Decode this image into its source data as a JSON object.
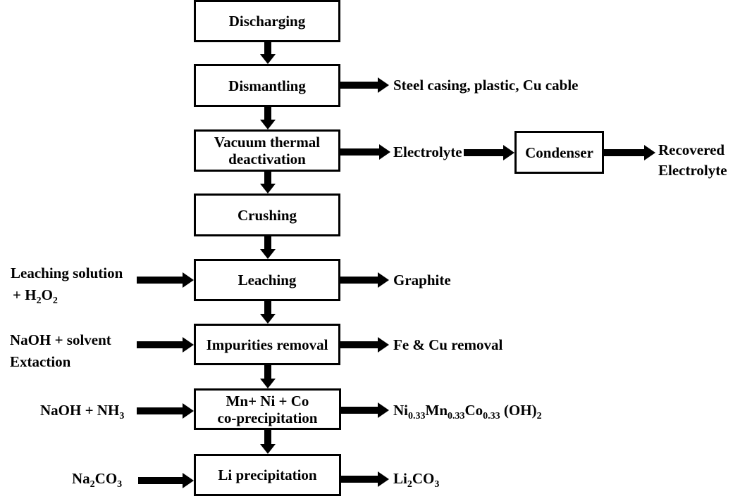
{
  "diagram": {
    "steps": [
      {
        "id": "discharging",
        "label": "Discharging"
      },
      {
        "id": "dismantling",
        "label": "Dismantling"
      },
      {
        "id": "vacuum",
        "label_line1": "Vacuum thermal",
        "label_line2": "deactivation"
      },
      {
        "id": "crushing",
        "label": "Crushing"
      },
      {
        "id": "leaching",
        "label": "Leaching"
      },
      {
        "id": "impurities",
        "label": "Impurities removal"
      },
      {
        "id": "coprecip",
        "label_line1": "Mn+ Ni + Co",
        "label_line2": "co-precipitation"
      },
      {
        "id": "liprecip",
        "label": "Li precipitation"
      }
    ],
    "condenser": {
      "label": "Condenser"
    },
    "inputs": {
      "leaching": {
        "line1": "Leaching solution",
        "line2_prefix": "+ H",
        "sub1": "2",
        "mid": "O",
        "sub2": "2"
      },
      "impurities": {
        "line1": "NaOH + solvent",
        "line2": "Extaction"
      },
      "coprecip": {
        "prefix": "NaOH + NH",
        "sub": "3"
      },
      "liprecip": {
        "p1": "Na",
        "s1": "2",
        "p2": "CO",
        "s2": "3"
      }
    },
    "outputs": {
      "dismantling": "Steel casing, plastic, Cu cable",
      "vacuum": "Electrolyte",
      "condenser_line1": "Recovered",
      "condenser_line2": "Electrolyte",
      "leaching": "Graphite",
      "impurities": "Fe & Cu removal",
      "coprecip": {
        "p1": "Ni",
        "s1": "0.33",
        "p2": "Mn",
        "s2": "0.33",
        "p3": "Co",
        "s3": "0.33",
        "p4": " (OH)",
        "s4": "2"
      },
      "liprecip": {
        "p1": "Li",
        "s1": "2",
        "p2": "CO",
        "s2": "3"
      }
    }
  }
}
